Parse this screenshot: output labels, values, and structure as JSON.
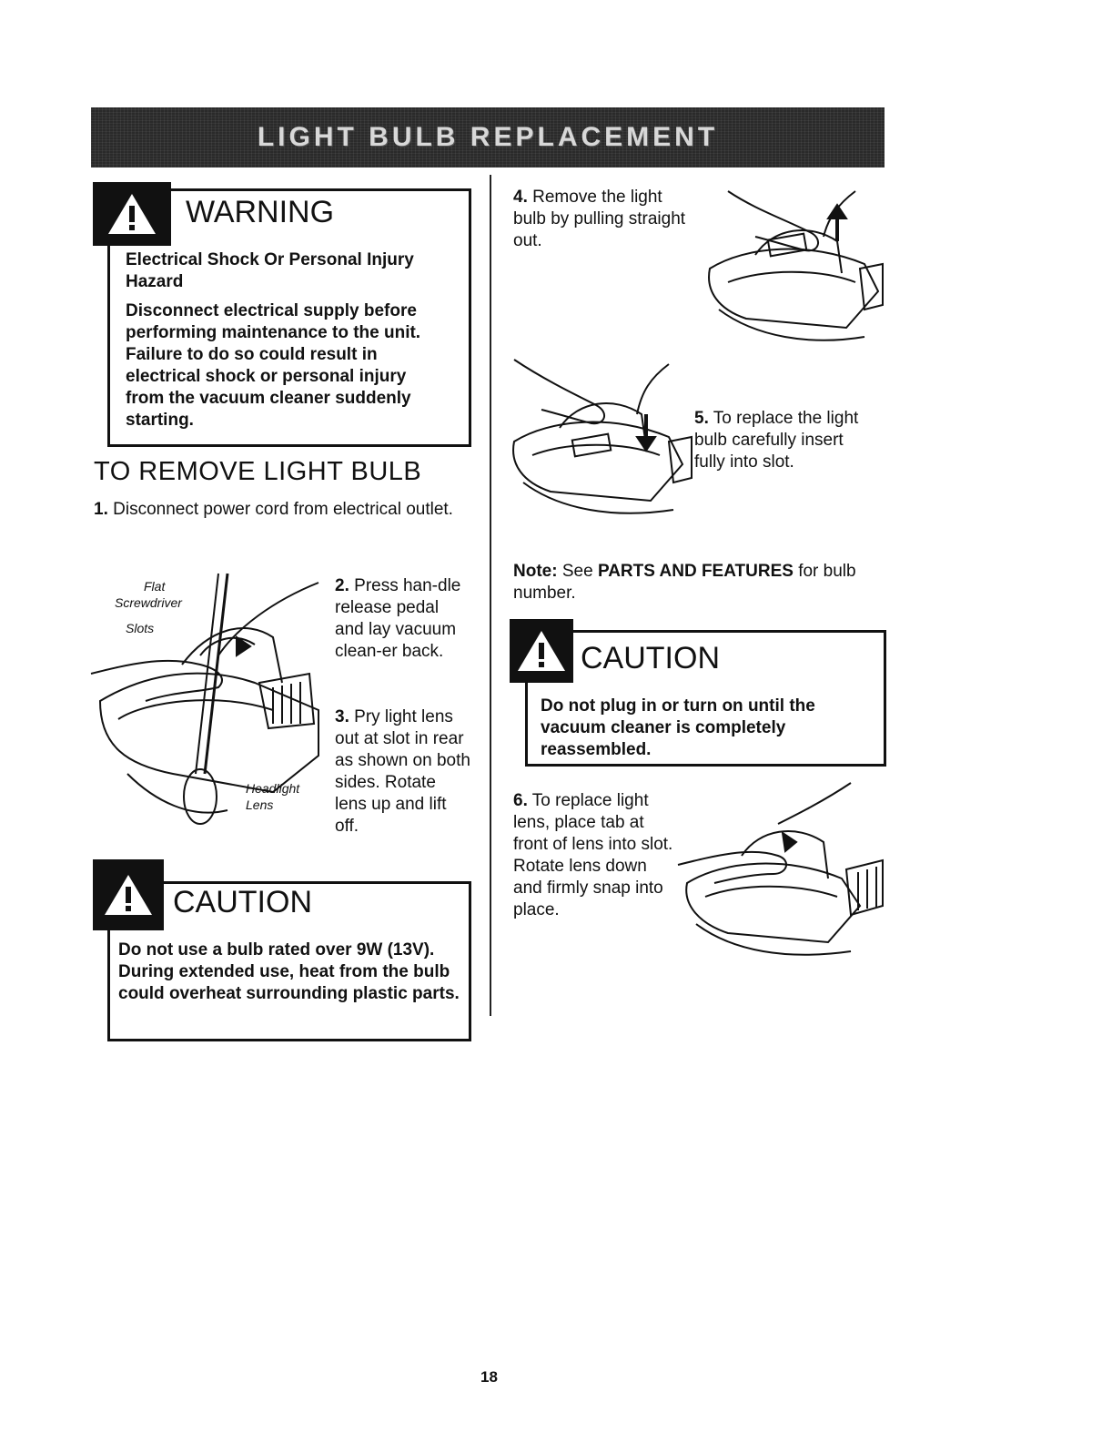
{
  "header": {
    "title": "LIGHT BULB REPLACEMENT"
  },
  "warning": {
    "title": "WARNING",
    "subtitle": "Electrical Shock Or Personal Injury Hazard",
    "body": "Disconnect electrical supply before performing maintenance to the unit. Failure to do so could result in electrical shock or personal injury from the vacuum cleaner suddenly starting."
  },
  "section_title": "TO REMOVE LIGHT BULB",
  "steps": {
    "s1": {
      "num": "1.",
      "text": "Disconnect power cord from electrical outlet."
    },
    "s2": {
      "num": "2.",
      "text": "Press han-dle release pedal and lay vacuum clean-er back."
    },
    "s3": {
      "num": "3.",
      "text": "Pry light lens out at slot in rear as shown on both sides. Rotate lens up and lift off."
    },
    "s4": {
      "num": "4.",
      "text": "Remove the light bulb by pulling straight out."
    },
    "s5": {
      "num": "5.",
      "text": "To replace the light bulb carefully insert fully into slot."
    },
    "s6": {
      "num": "6.",
      "text": "To replace light lens, place tab at front of lens into slot. Rotate lens down and firmly snap into place."
    }
  },
  "figure_labels": {
    "flat_screwdriver_1": "Flat",
    "flat_screwdriver_2": "Screwdriver",
    "slots": "Slots",
    "headlight_1": "Headlight",
    "headlight_2": "Lens"
  },
  "caution_left": {
    "title": "CAUTION",
    "body": "Do not use a bulb rated over 9W (13V). During extended use, heat from the bulb could overheat surrounding plastic parts."
  },
  "note": {
    "label": "Note:",
    "prefix": "See",
    "ref": "PARTS AND FEATURES",
    "suffix": "for bulb number."
  },
  "caution_right": {
    "title": "CAUTION",
    "body": "Do not plug in or turn on until the vacuum cleaner is completely reassembled."
  },
  "page_number": "18"
}
